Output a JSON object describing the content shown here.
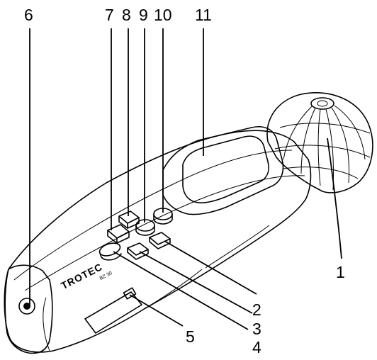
{
  "callouts": [
    {
      "id": "c6",
      "label": "6"
    },
    {
      "id": "c7",
      "label": "7"
    },
    {
      "id": "c8",
      "label": "8"
    },
    {
      "id": "c9",
      "label": "9"
    },
    {
      "id": "c10",
      "label": "10"
    },
    {
      "id": "c11",
      "label": "11"
    },
    {
      "id": "c1",
      "label": "1"
    },
    {
      "id": "c2",
      "label": "2"
    },
    {
      "id": "c3",
      "label": "3"
    },
    {
      "id": "c4",
      "label": "4"
    },
    {
      "id": "c5",
      "label": "5"
    }
  ],
  "device": {
    "brand_logo_text": "TROTEC",
    "model_text": "BZ 30"
  }
}
